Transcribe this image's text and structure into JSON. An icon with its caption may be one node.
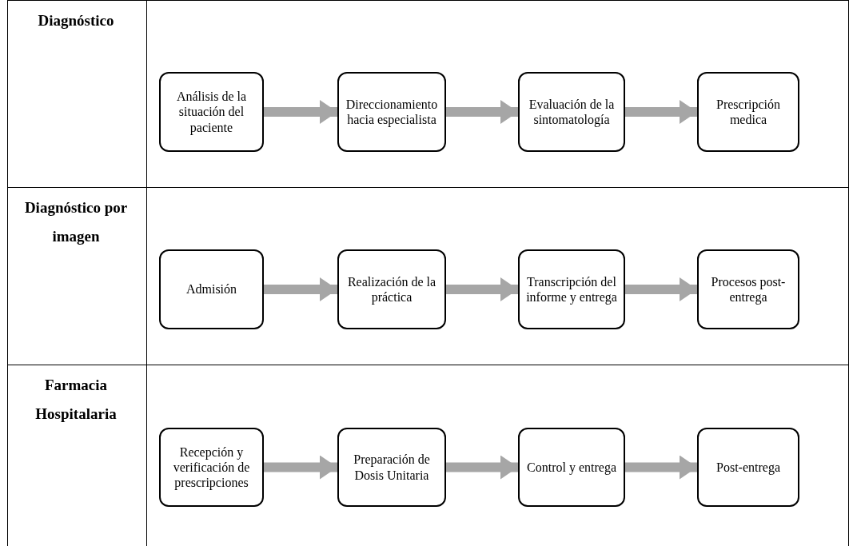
{
  "diagram": {
    "nodes": [
      {
        "text": [
          "Análisis de la situación del paciente"
        ]
      },
      {
        "text": [
          "Direccionamiento hacia especialista"
        ]
      },
      {
        "text": [
          "Evaluación de la sintomatología"
        ]
      },
      {
        "text": [
          "Prescripción medica"
        ]
      },
      {
        "text": [
          "Admisión"
        ]
      },
      {
        "text": [
          "Realización de la práctica"
        ]
      },
      {
        "text": [
          "Transcripción del informe y entrega"
        ]
      },
      {
        "text": [
          "Procesos post-entrega"
        ]
      },
      {
        "text": [
          "Recepción y verificación de prescripciones"
        ]
      },
      {
        "text": [
          "Preparación de Dosis Unitaria"
        ]
      },
      {
        "text": [
          "Control y entrega"
        ]
      },
      {
        "text": [
          "Post-entrega"
        ]
      }
    ],
    "edges": [
      {
        "from": 0,
        "to": 1,
        "arrow": "to"
      },
      {
        "from": 1,
        "to": 2,
        "arrow": "to"
      },
      {
        "from": 2,
        "to": 3,
        "arrow": "to"
      },
      {
        "from": 4,
        "to": 5,
        "arrow": "to"
      },
      {
        "from": 5,
        "to": 6,
        "arrow": "to"
      },
      {
        "from": 6,
        "to": 7,
        "arrow": "to"
      },
      {
        "from": 8,
        "to": 9,
        "arrow": "to"
      },
      {
        "from": 9,
        "to": 10,
        "arrow": "to"
      },
      {
        "from": 10,
        "to": 11,
        "arrow": "to"
      }
    ],
    "labels": [
      "Diagnóstico",
      "Diagnóstico por imagen",
      "Farmacia Hospitalaria"
    ]
  }
}
